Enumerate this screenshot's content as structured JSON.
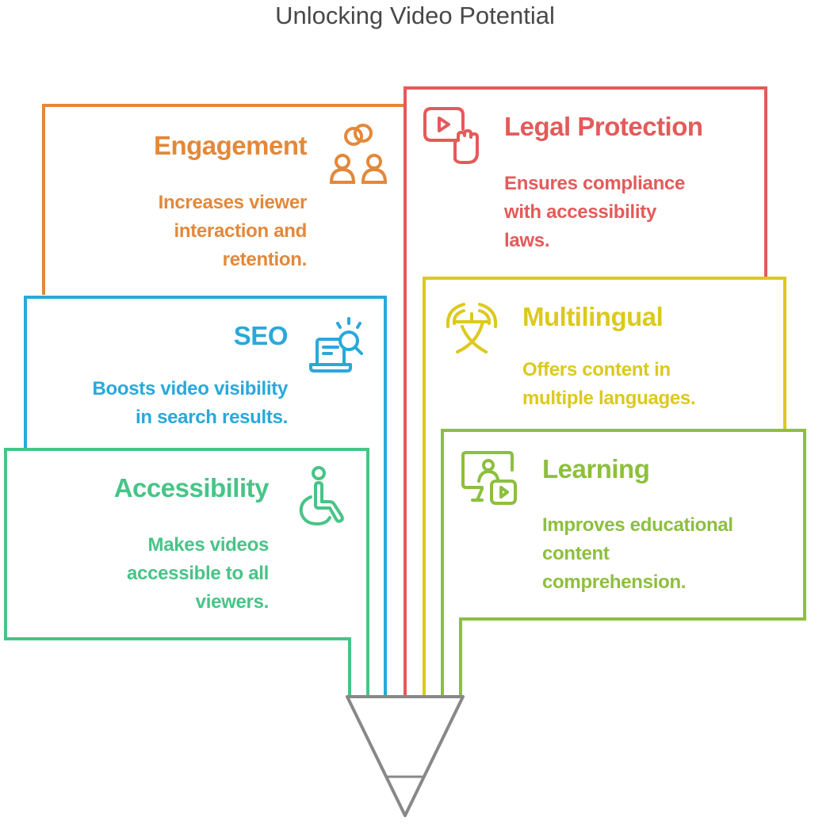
{
  "title": "Unlocking Video Potential",
  "colors": {
    "engagement": "#E3883A",
    "legal": "#E45A5A",
    "seo": "#2AA8DA",
    "multilingual": "#DCC91C",
    "accessibility": "#47C487",
    "learning": "#8DBF3E",
    "funnel": "#888888",
    "title": "#484848"
  },
  "panels": {
    "engagement": {
      "heading": "Engagement",
      "desc_lines": [
        "Increases viewer",
        "interaction and",
        "retention."
      ],
      "icon": "people-connection-icon"
    },
    "legal": {
      "heading": "Legal Protection",
      "desc_lines": [
        "Ensures compliance",
        "with accessibility",
        "laws."
      ],
      "icon": "video-hand-stop-icon"
    },
    "seo": {
      "heading": "SEO",
      "desc_lines": [
        "Boosts video visibility",
        "in search results."
      ],
      "icon": "laptop-search-icon"
    },
    "multilingual": {
      "heading": "Multilingual",
      "desc_lines": [
        "Offers content in",
        "multiple languages."
      ],
      "icon": "translate-broadcast-icon"
    },
    "accessibility": {
      "heading": "Accessibility",
      "desc_lines": [
        "Makes videos",
        "accessible to all",
        "viewers."
      ],
      "icon": "wheelchair-icon"
    },
    "learning": {
      "heading": "Learning",
      "desc_lines": [
        "Improves educational",
        "content",
        "comprehension."
      ],
      "icon": "screen-teacher-video-icon"
    }
  }
}
